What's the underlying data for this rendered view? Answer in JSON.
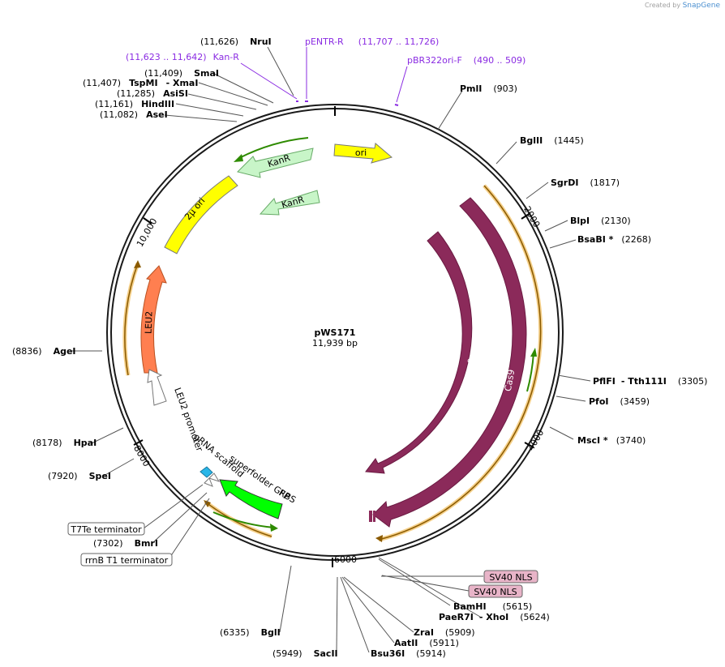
{
  "credit": {
    "prefix": "Created by",
    "brand": "SnapGene"
  },
  "plasmid": {
    "name": "pWS171",
    "size": "11,939 bp"
  },
  "colors": {
    "backbone": "#1a1a1a",
    "cas9": "#8b2a5a",
    "ori": "#ffff00",
    "kanr": "#c8f5c8",
    "leu2": "#ff7f50",
    "gfp": "#00ff00",
    "orf_line": "#c8961e",
    "primer": "#8a2be2",
    "nls_fill": "#e8b4c8"
  },
  "ticks": [
    {
      "label": "2000"
    },
    {
      "label": "4000"
    },
    {
      "label": "6000"
    },
    {
      "label": "8000"
    },
    {
      "label": "10,000"
    }
  ],
  "sites_right": [
    {
      "name": "PmlI",
      "pos": "(903)"
    },
    {
      "name": "BglII",
      "pos": "(1445)"
    },
    {
      "name": "SgrDI",
      "pos": "(1817)"
    },
    {
      "name": "BlpI",
      "pos": "(2130)"
    },
    {
      "name": "BsaBI *",
      "pos": "(2268)"
    },
    {
      "name": "PflFI",
      "suffix": "- Tth111I",
      "pos": "(3305)"
    },
    {
      "name": "PfoI",
      "pos": "(3459)"
    },
    {
      "name": "MscI *",
      "pos": "(3740)"
    }
  ],
  "sites_bottom_right": [
    {
      "name": "BamHI",
      "pos": "(5615)"
    },
    {
      "name": "PaeR7I",
      "suffix": "- XhoI",
      "pos": "(5624)"
    },
    {
      "name": "ZraI",
      "pos": "(5909)"
    },
    {
      "name": "AatII",
      "pos": "(5911)"
    },
    {
      "name": "Bsu36I",
      "pos": "(5914)"
    }
  ],
  "sites_bottom": [
    {
      "name": "BglI",
      "pos": "(6335)"
    },
    {
      "name": "SacII",
      "pos": "(5949)"
    }
  ],
  "sites_left": [
    {
      "name": "AgeI",
      "pos": "(8836)"
    },
    {
      "name": "HpaI",
      "pos": "(8178)"
    },
    {
      "name": "SpeI",
      "pos": "(7920)"
    },
    {
      "name": "BmrI",
      "pos": "(7302)"
    }
  ],
  "sites_top_left": [
    {
      "name": "NruI",
      "pos": "(11,626)"
    },
    {
      "name": "SmaI",
      "pos": "(11,409)"
    },
    {
      "name": "TspMI",
      "suffix": "- XmaI",
      "pos": "(11,407)"
    },
    {
      "name": "AsiSI",
      "pos": "(11,285)"
    },
    {
      "name": "HindIII",
      "pos": "(11,161)"
    },
    {
      "name": "AseI",
      "pos": "(11,082)"
    }
  ],
  "primers": [
    {
      "name": "pENTR-R",
      "range": "(11,707 .. 11,726)"
    },
    {
      "name": "Kan-R",
      "range": "(11,623 .. 11,642)"
    },
    {
      "name": "pBR322ori-F",
      "range": "(490 .. 509)"
    }
  ],
  "boxed_features": [
    {
      "name": "SV40 NLS"
    },
    {
      "name": "SV40 NLS"
    },
    {
      "name": "T7Te terminator"
    },
    {
      "name": "rrnB T1 terminator"
    }
  ],
  "features": [
    {
      "name": "ori"
    },
    {
      "name": "KanR"
    },
    {
      "name": "KanR"
    },
    {
      "name": "2μ ori"
    },
    {
      "name": "Cas9"
    },
    {
      "name": "Cas9"
    },
    {
      "name": "LEU2"
    },
    {
      "name": "LEU2 promoter"
    },
    {
      "name": "gRNA scaffold"
    },
    {
      "name": "superfolder GFP"
    },
    {
      "name": "RBS"
    }
  ]
}
